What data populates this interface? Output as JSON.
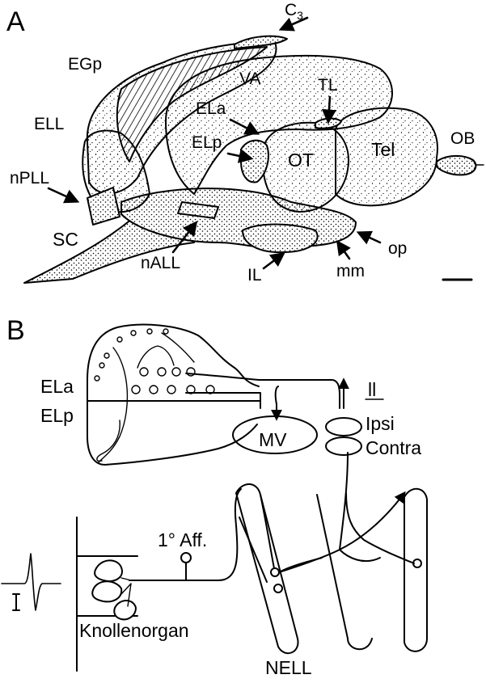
{
  "panel_a": {
    "letter": "A",
    "labels": {
      "c3": "C",
      "c3_sub": "3",
      "egp": "EGp",
      "va": "VA",
      "ell": "ELL",
      "tl": "TL",
      "ela": "ELa",
      "elp": "ELp",
      "ot": "OT",
      "tel": "Tel",
      "ob": "OB",
      "npll": "nPLL",
      "sc": "SC",
      "nall": "nALL",
      "il": "IL",
      "mm": "mm",
      "op": "op"
    }
  },
  "panel_b": {
    "letter": "B",
    "labels": {
      "ela": "ELa",
      "elp": "ELp",
      "mv": "MV",
      "ll": "ll",
      "ipsi": "Ipsi",
      "contra": "Contra",
      "aff": "1° Aff.",
      "knollenorgan": "Knollenorgan",
      "nell": "NELL"
    }
  }
}
